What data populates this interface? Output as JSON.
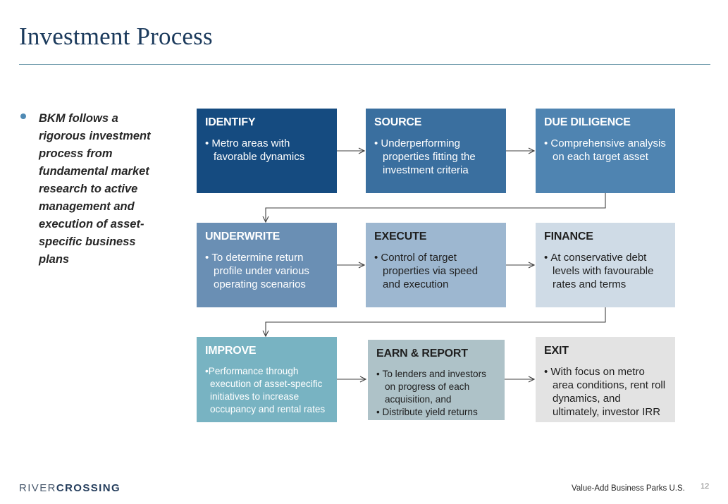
{
  "header": {
    "title": "Investment Process"
  },
  "intro": {
    "text": "BKM follows a rigorous investment process from fundamental market research to active management and execution of asset-specific business plans"
  },
  "steps": [
    {
      "title": "IDENTIFY",
      "bullets": [
        "Metro areas with favorable dynamics"
      ],
      "color": "#154b80"
    },
    {
      "title": "SOURCE",
      "bullets": [
        "Underperforming properties fitting the investment criteria"
      ],
      "color": "#3a6f9f"
    },
    {
      "title": "DUE DILIGENCE",
      "bullets": [
        "Comprehensive analysis on each target asset"
      ],
      "color": "#4f84b1"
    },
    {
      "title": "UNDERWRITE",
      "bullets": [
        "To determine return profile under various operating scenarios"
      ],
      "color": "#6a8fb4"
    },
    {
      "title": "EXECUTE",
      "bullets": [
        "Control of target properties via speed and execution"
      ],
      "color": "#9db7d0"
    },
    {
      "title": "FINANCE",
      "bullets": [
        "At conservative debt levels with favourable rates and terms"
      ],
      "color": "#cfdbe6"
    },
    {
      "title": "IMPROVE",
      "bullets": [
        "Performance through execution of asset-specific initiatives to increase occupancy and rental rates"
      ],
      "color": "#78b3c2"
    },
    {
      "title": "EARN & REPORT",
      "bullets": [
        "To lenders and investors on progress of each acquisition, and",
        "Distribute yield returns"
      ],
      "color": "#aec2c8"
    },
    {
      "title": "EXIT",
      "bullets": [
        "With focus on metro area conditions, rent roll dynamics, and ultimately, investor IRR"
      ],
      "color": "#e3e3e3"
    }
  ],
  "footer": {
    "logo_part1": "RIVER",
    "logo_part2": "CROSSING",
    "text": "Value-Add Business Parks U.S.",
    "page_number": "12"
  }
}
